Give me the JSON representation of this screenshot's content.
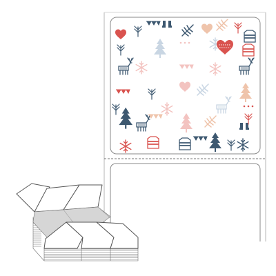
{
  "colors": {
    "navy": "#3d5870",
    "red": "#d9534f",
    "peach": "#efc4ab",
    "pale_red": "#f3c3c0",
    "pale_blue": "#c9d6e3",
    "outline": "#555555",
    "liner": "#b9b9b9"
  },
  "label_roll": {
    "label_shape": "square-rounded",
    "pattern": "nordic-christmas"
  },
  "fanfold_stack": {
    "visible_top_labels": 3,
    "visible_lower_labels": 3
  },
  "icons": [
    "heart-icon",
    "snowflake-icon",
    "pine-tree-icon",
    "reindeer-icon",
    "knit-sweater-icon",
    "fir-branch-icon",
    "mistletoe-icon",
    "boots-icon",
    "mittens-icon",
    "bunting-icon"
  ]
}
